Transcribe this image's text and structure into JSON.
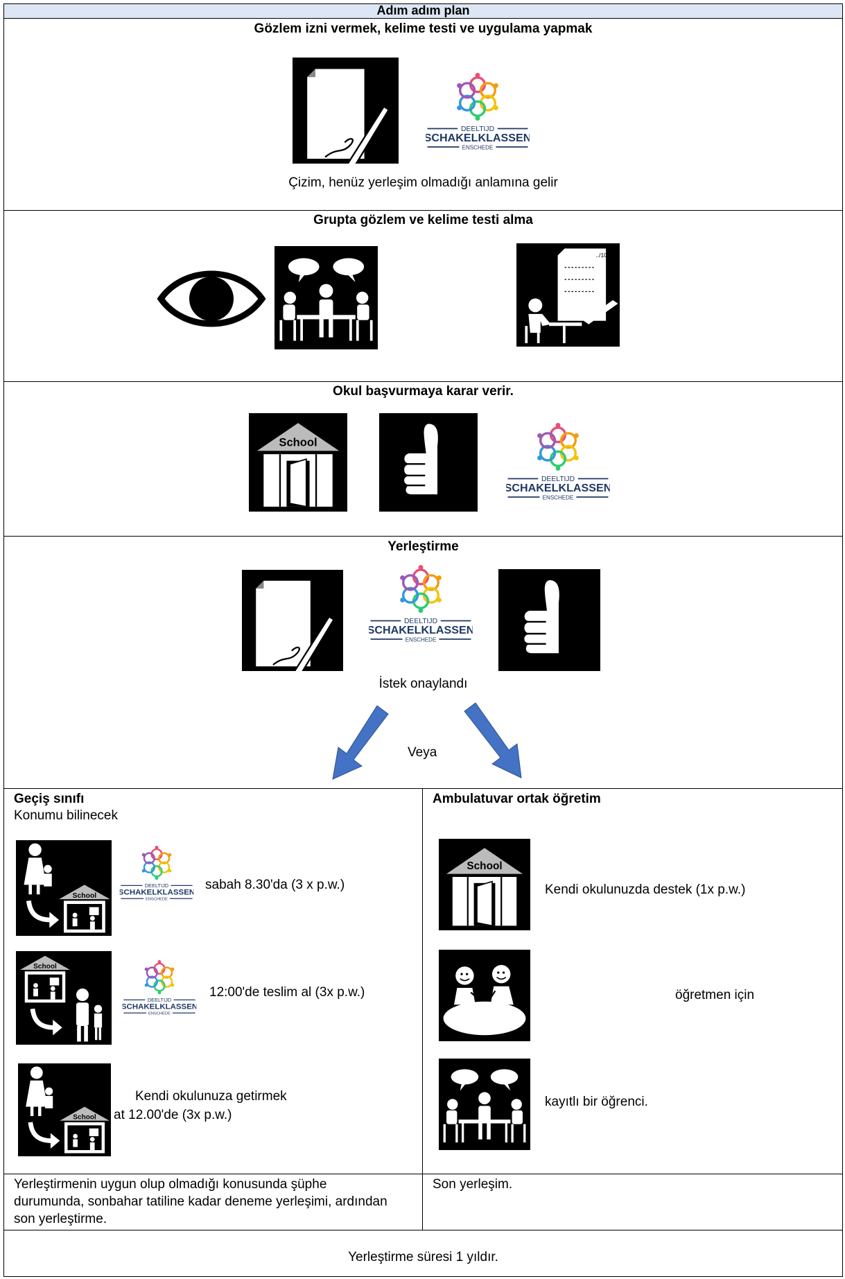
{
  "header": {
    "title": "Adım adım plan"
  },
  "steps": [
    {
      "title": "Gözlem izni vermek, kelime testi ve uygulama yapmak",
      "caption": "Çizim, henüz yerleşim olmadığı anlamına gelir"
    },
    {
      "title": "Grupta gözlem ve kelime testi alma"
    },
    {
      "title": "Okul başvurmaya karar verir."
    },
    {
      "title": "Yerleştirme",
      "caption": "İstek onaylandı",
      "or_label": "Veya"
    }
  ],
  "left": {
    "title": "Geçiş sınıfı",
    "subtitle": "Konumu bilinecek",
    "rows": [
      {
        "text": "sabah 8.30'da (3 x p.w.)"
      },
      {
        "text": "12:00'de teslim al (3x p.w.)"
      },
      {
        "text1": "Kendi okulunuza getirmek",
        "text2": "at 12.00'de (3x p.w.)"
      }
    ],
    "note": [
      "Yerleştirmenin uygun olup olmadığı konusunda şüphe",
      "durumunda, sonbahar tatiline kadar deneme yerleşimi, ardından",
      "son yerleştirme."
    ]
  },
  "right": {
    "title": "Ambulatuvar ortak öğretim",
    "rows": [
      {
        "text": "Kendi okulunuzda destek (1x p.w.)"
      },
      {
        "text": "öğretmen için"
      },
      {
        "text": "kayıtlı bir öğrenci."
      }
    ],
    "note": "Son yerleşim."
  },
  "footer": {
    "text": "Yerleştirme süresi 1 yıldır."
  },
  "logo": {
    "line1": "DEELTIJD",
    "line2": "SCHAKELKLASSEN",
    "line3": "ENSCHEDE"
  },
  "pictograms": {
    "school_label": "School",
    "test_mark": "../10"
  },
  "colors": {
    "header_bg": "#dce6f4",
    "arrow": "#4472c4",
    "logo_text": "#1f3864"
  }
}
